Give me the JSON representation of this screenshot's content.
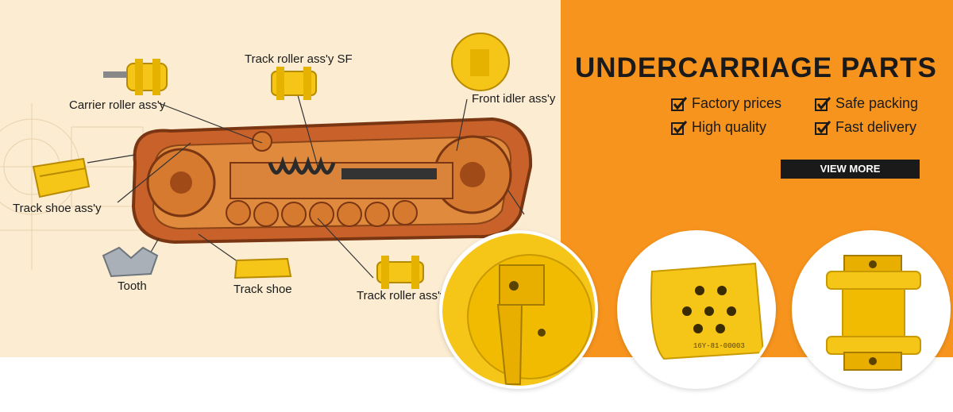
{
  "diagram": {
    "labels": {
      "carrier_roller": "Carrier roller ass'y",
      "track_roller_sf": "Track roller ass'y SF",
      "front_idler": "Front idler ass'y",
      "track_shoe_assy": "Track shoe ass'y",
      "tooth": "Tooth",
      "track_shoe": "Track shoe",
      "track_roller": "Track roller ass'y"
    }
  },
  "promo": {
    "headline": "UNDERCARRIAGE PARTS",
    "features": [
      "Factory prices",
      "Safe packing",
      "High quality",
      "Fast delivery"
    ],
    "cta_label": "VIEW MORE"
  },
  "products": [
    {
      "icon": "idler-wheel-image"
    },
    {
      "icon": "track-shoe-plate-image",
      "stamp": "16Y-81-00003"
    },
    {
      "icon": "track-roller-image"
    }
  ],
  "colors": {
    "accent_orange": "#f7941d",
    "part_yellow": "#f5c518",
    "cta_bg": "#1a1a1a",
    "left_bg": "#fbecd2"
  }
}
